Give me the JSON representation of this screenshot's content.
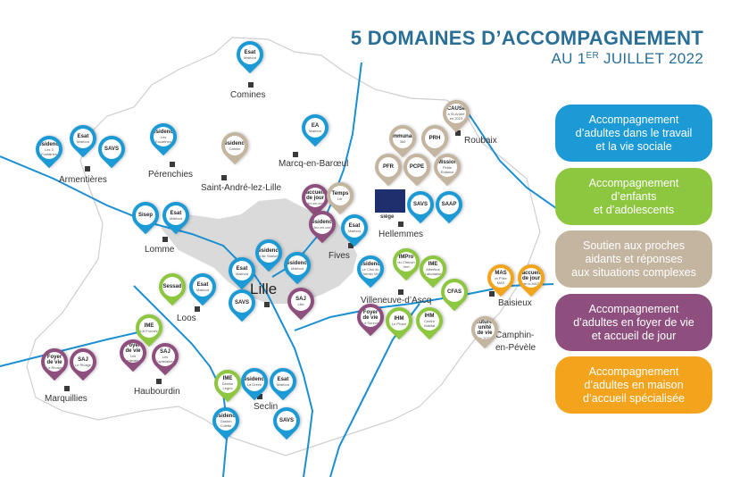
{
  "title": {
    "main": "5 DOMAINES D’ACCOMPAGNEMENT",
    "sub_prefix": "AU 1",
    "sub_sup": "ER",
    "sub_suffix": " JUILLET 2022"
  },
  "colors": {
    "blue": "#1b9ad6",
    "green": "#8dc63f",
    "beige": "#c4b5a0",
    "purple": "#8e4f7e",
    "orange": "#f3a41c",
    "title": "#2a6f96",
    "river": "#1b8fd2",
    "urban": "#d9d9d9"
  },
  "legend": [
    {
      "id": "blue",
      "lines": [
        "Accompagnement",
        "d’adultes dans le travail",
        "et la vie sociale"
      ]
    },
    {
      "id": "green",
      "lines": [
        "Accompagnement",
        "d’enfants",
        "et d’adolescents"
      ]
    },
    {
      "id": "beige",
      "lines": [
        "Soutien aux proches",
        "aidants et réponses",
        "aux situations complexes"
      ]
    },
    {
      "id": "purple",
      "lines": [
        "Accompagnement",
        "d’adultes en foyer de vie",
        "et accueil de jour"
      ]
    },
    {
      "id": "orange",
      "lines": [
        "Accompagnement",
        "d’adultes en maison",
        "d’accueil spécialisée"
      ]
    }
  ],
  "lille_label": "Lille",
  "siege_label": "siège",
  "towns": [
    {
      "name": "Comines"
    },
    {
      "name": "Roubaix"
    },
    {
      "name": "Armentières"
    },
    {
      "name": "Pérenchies"
    },
    {
      "name": "Marcq-en-Barœul"
    },
    {
      "name": "Saint-André-lez-Lille"
    },
    {
      "name": "Hellemmes"
    },
    {
      "name": "Lomme"
    },
    {
      "name": "Fives"
    },
    {
      "name": "Villeneuve-d’Ascq"
    },
    {
      "name": "Baisieux"
    },
    {
      "name": "Loos"
    },
    {
      "name": "Camphin-"
    },
    {
      "name": "en-Pévèle"
    },
    {
      "name": "Haubourdin"
    },
    {
      "name": "Marquillies"
    },
    {
      "name": "Seclin"
    }
  ],
  "pins": [
    {
      "color": "blue",
      "l1": "Esat",
      "l2": "Malécot"
    },
    {
      "color": "beige",
      "l1": "CAUSe",
      "l2": "à St-André en 2023"
    },
    {
      "color": "blue",
      "l1": "EA",
      "l2": "Malécot"
    },
    {
      "color": "blue",
      "l1": "résidence",
      "l2": "Les 3 Fontaines"
    },
    {
      "color": "blue",
      "l1": "Esat",
      "l2": "Malécot"
    },
    {
      "color": "blue",
      "l1": "SAVS",
      "l2": ""
    },
    {
      "color": "blue",
      "l1": "résidence",
      "l2": "Les Escarthes"
    },
    {
      "color": "beige",
      "l1": "résidence",
      "l2": "Catoire"
    },
    {
      "color": "beige",
      "l1": "Communauté",
      "l2": "360"
    },
    {
      "color": "beige",
      "l1": "PRH",
      "l2": ""
    },
    {
      "color": "beige",
      "l1": "PFR",
      "l2": ""
    },
    {
      "color": "beige",
      "l1": "PCPE",
      "l2": ""
    },
    {
      "color": "beige",
      "l1": "Mission",
      "l2": "Petite Enfance"
    },
    {
      "color": "purple",
      "l1": "accueil de jour",
      "l2": "Arc-en-ciel"
    },
    {
      "color": "beige",
      "l1": "Temps",
      "l2": "Lib’"
    },
    {
      "color": "blue",
      "l1": "SAVS",
      "l2": ""
    },
    {
      "color": "blue",
      "l1": "SAAP",
      "l2": ""
    },
    {
      "color": "blue",
      "l1": "Sisep",
      "l2": ""
    },
    {
      "color": "blue",
      "l1": "Esat",
      "l2": "Malécot"
    },
    {
      "color": "purple",
      "l1": "résidence",
      "l2": "Arc-en-ciel"
    },
    {
      "color": "blue",
      "l1": "Esat",
      "l2": "Malécot"
    },
    {
      "color": "green",
      "l1": "IMPro",
      "l2": "du Chemin Vert"
    },
    {
      "color": "blue",
      "l1": "résidence",
      "l2": "Lille Station"
    },
    {
      "color": "blue",
      "l1": "Esat",
      "l2": "Malécot"
    },
    {
      "color": "blue",
      "l1": "résidence",
      "l2": "Malécot"
    },
    {
      "color": "blue",
      "l1": "résidence",
      "l2": "Le Clos du Chemin Vert"
    },
    {
      "color": "green",
      "l1": "IME",
      "l2": "Albertine Lafontaine"
    },
    {
      "color": "orange",
      "l1": "MAS",
      "l2": "et P’tite MAS"
    },
    {
      "color": "orange",
      "l1": "accueil de jour",
      "l2": "de la MAS"
    },
    {
      "color": "green",
      "l1": "Sessad",
      "l2": ""
    },
    {
      "color": "blue",
      "l1": "Esat",
      "l2": "Malécot"
    },
    {
      "color": "green",
      "l1": "CFAS",
      "l2": ""
    },
    {
      "color": "blue",
      "l1": "SAVS",
      "l2": ""
    },
    {
      "color": "purple",
      "l1": "SAJ",
      "l2": "Lille"
    },
    {
      "color": "purple",
      "l1": "Foyer de vie",
      "l2": "La Source"
    },
    {
      "color": "green",
      "l1": "IHM",
      "l2": "Le Phare"
    },
    {
      "color": "green",
      "l1": "IHM",
      "l2": "Centre Habitat"
    },
    {
      "color": "beige",
      "l1": "future unité de vie",
      "l2": "fin 2022"
    },
    {
      "color": "green",
      "l1": "IME",
      "l2": "Lili Fromez"
    },
    {
      "color": "purple",
      "l1": "Foyer de vie",
      "l2": "Le Rivage"
    },
    {
      "color": "purple",
      "l1": "SAJ",
      "l2": "Le Rivage"
    },
    {
      "color": "purple",
      "l1": "Foyer de vie",
      "l2": "Les Cantelaines"
    },
    {
      "color": "purple",
      "l1": "SAJ",
      "l2": "Les Cantelaines"
    },
    {
      "color": "green",
      "l1": "IME",
      "l2": "Denise Legrix"
    },
    {
      "color": "blue",
      "l1": "résidence",
      "l2": "La Drève"
    },
    {
      "color": "blue",
      "l1": "Esat",
      "l2": "Malécot"
    },
    {
      "color": "blue",
      "l1": "résidence",
      "l2": "Gaston Colette"
    },
    {
      "color": "blue",
      "l1": "SAVS",
      "l2": ""
    }
  ]
}
